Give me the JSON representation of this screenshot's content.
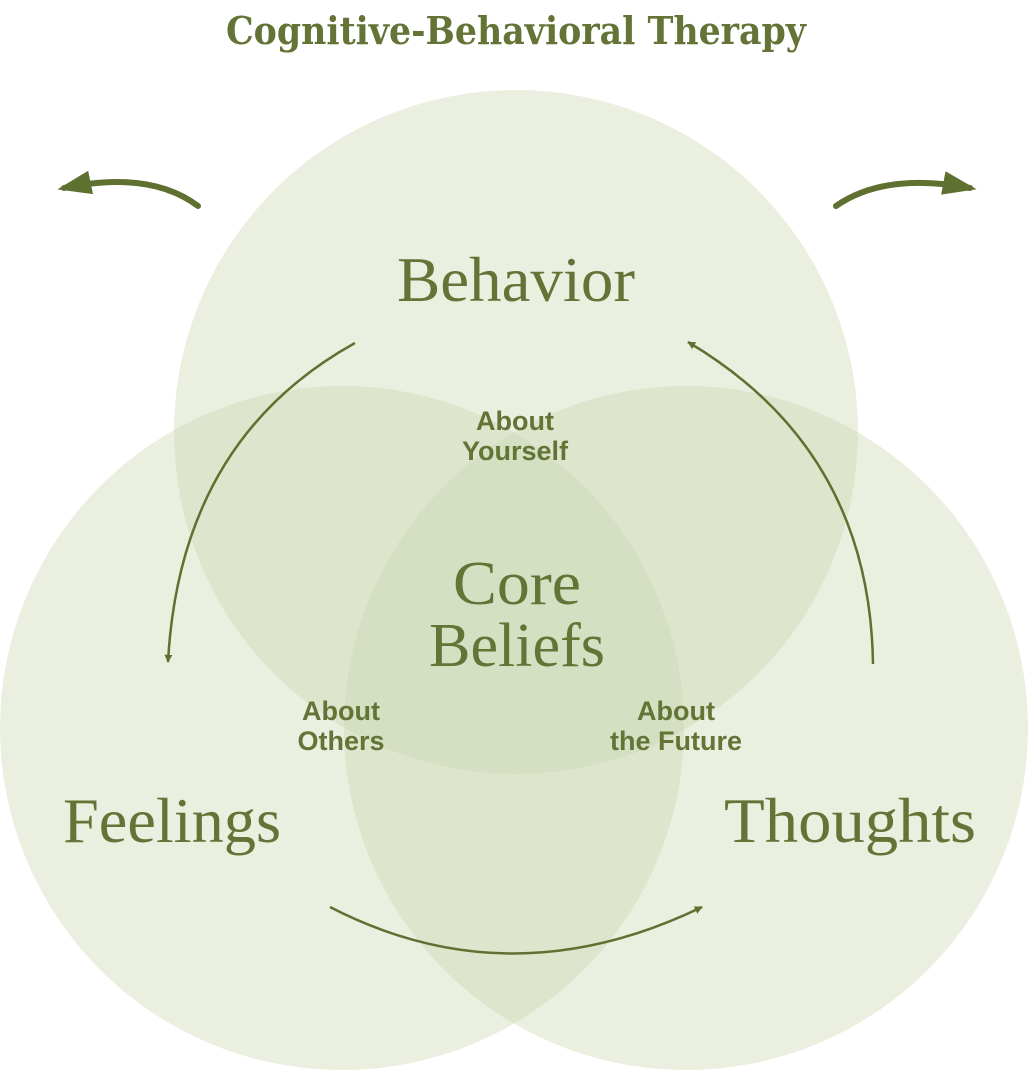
{
  "title": "Cognitive-Behavioral Therapy",
  "circles": {
    "behavior": "Behavior",
    "feelings": "Feelings",
    "thoughts": "Thoughts"
  },
  "center": {
    "line1": "Core",
    "line2": "Beliefs"
  },
  "overlaps": {
    "yourself": {
      "line1": "About",
      "line2": "Yourself"
    },
    "others": {
      "line1": "About",
      "line2": "Others"
    },
    "future": {
      "line1": "About",
      "line2": "the Future"
    }
  },
  "colors": {
    "text": "#647436",
    "circle_fill": "#c8d5ad",
    "arrow": "#5f7131"
  }
}
